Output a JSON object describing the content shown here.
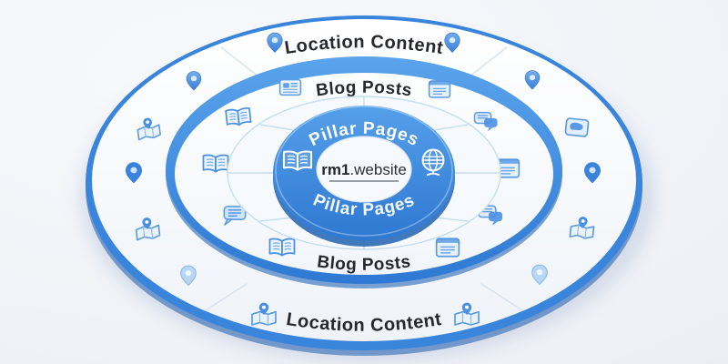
{
  "diagram": {
    "title": "Website content structure rings",
    "center": {
      "domain_bold": "rm1",
      "domain_rest": ".website"
    },
    "rings": {
      "pillar": {
        "label_top": "Pillar Pages",
        "label_bottom": "Pillar Pages"
      },
      "blog": {
        "label_top": "Blog Posts",
        "label_bottom": "Blog Posts"
      },
      "location": {
        "label_top": "Location Content",
        "label_bottom": "Location Content"
      }
    },
    "icons": {
      "pillar": [
        "open-book-icon",
        "globe-icon"
      ],
      "blog": [
        "news-article-icon",
        "note-icon",
        "open-book-icon",
        "chat-bubble-icon",
        "chat-bubbles-icon"
      ],
      "location": [
        "location-pin-icon",
        "map-with-pin-icon",
        "framed-map-icon"
      ]
    },
    "colors": {
      "accent_blue": "#3a80d8",
      "donut_blue": "#3b87e0",
      "icon_blue": "#4a90e2",
      "text_dark": "#26282e",
      "background": "#f1f3f8"
    }
  }
}
